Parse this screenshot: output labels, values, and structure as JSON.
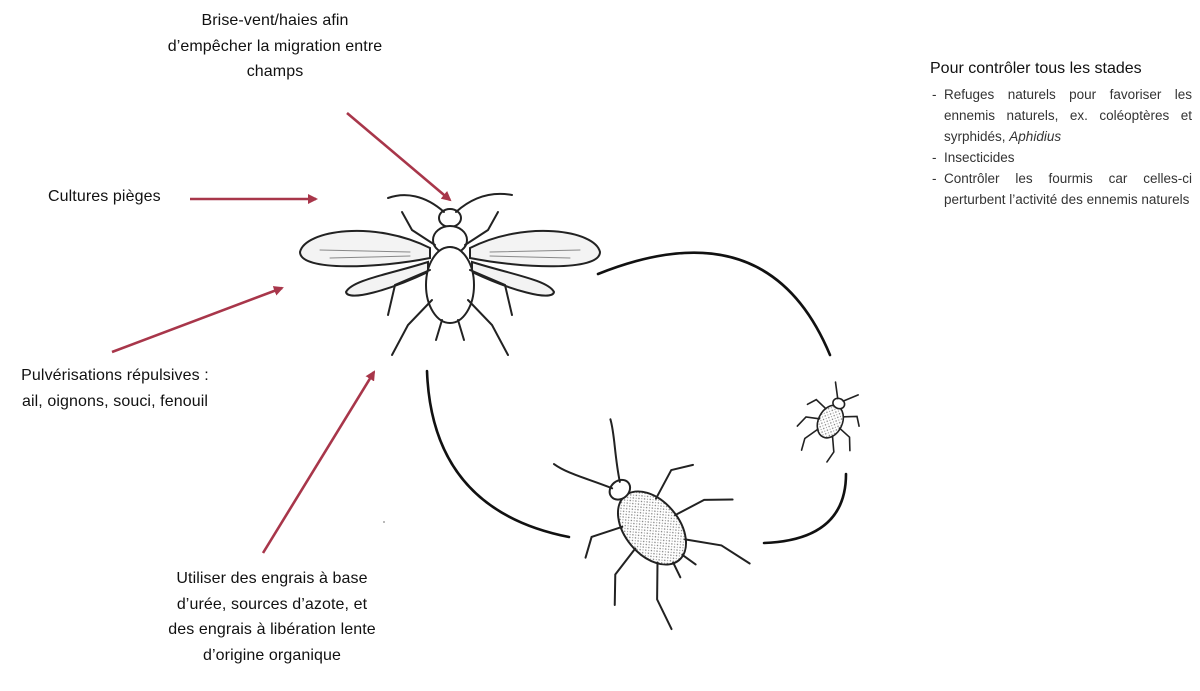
{
  "labels": {
    "windbreak": [
      "Brise-vent/haies afin",
      "d’empêcher la migration entre",
      "champs"
    ],
    "trap_crops": [
      "Cultures pièges"
    ],
    "sprays": [
      "Pulvérisations répulsives :",
      "ail, oignons, souci, fenouil"
    ],
    "fertilizers": [
      "Utiliser des engrais à base",
      "d’urée, sources d’azote, et",
      "des engrais à libération lente",
      "d’origine organique"
    ]
  },
  "side_panel": {
    "title": "Pour contrôler tous les stades",
    "items": [
      {
        "text": "Refuges naturels pour favoriser les ennemis naturels, ex. coléoptères et syrphidés,",
        "italic_suffix": "Aphidius"
      },
      {
        "text": "Insecticides"
      },
      {
        "text": "Contrôler les fourmis car celles-ci perturbent l’activité des ennemis naturels"
      }
    ]
  },
  "colors": {
    "arrow": "#a8364a",
    "cycle_line": "#111111",
    "insect_outline": "#222222",
    "insect_fill": "#e6e6e6"
  },
  "icons": {
    "winged_aphid": "winged-aphid-icon",
    "adult_aphid": "wingless-aphid-icon",
    "nymph": "aphid-nymph-icon"
  }
}
